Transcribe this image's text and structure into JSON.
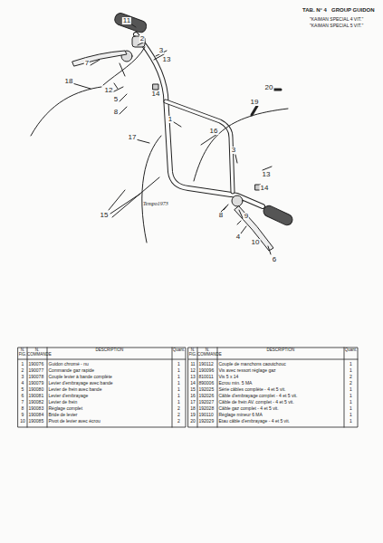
{
  "diagram": {
    "title": "GROUP GUIDON",
    "labels": [
      "TAB. N° 4",
      "\"KAIMAN SPECIAL 4 VIT.\"",
      "\"KAIMAN SPECIAL 5 VIT.\"",
      "11",
      "2",
      "3",
      "13",
      "7",
      "14",
      "18",
      "12",
      "5",
      "8",
      "1",
      "16",
      "17",
      "20",
      "19",
      "3",
      "13",
      "14",
      "8",
      "9",
      "4",
      "10",
      "6",
      "15",
      "Tempo1973",
      "N. FIG.",
      "N. COMMANDE",
      "DESCRIPTION",
      "Quant.",
      "N. FIG.",
      "N. COMMANDE",
      "DESCRIPTION",
      "Quant.",
      "1",
      "190076",
      "Guidon chromé - nu",
      "1",
      "2",
      "190077",
      "Commande gaz rapide",
      "1",
      "3",
      "190078",
      "Couple levier à bande complète",
      "1",
      "4",
      "190079",
      "Levier d'embrayage avec bande",
      "1",
      "5",
      "190080",
      "Levier de frein avec bande",
      "1",
      "6",
      "190081",
      "Levier d'embrayage",
      "1",
      "7",
      "190082",
      "Levier de frein",
      "1",
      "8",
      "190083",
      "Réglage complet",
      "2",
      "9",
      "190084",
      "Bride de levier",
      "2",
      "10",
      "190085",
      "Pivot de levier avec écrou",
      "2",
      "11",
      "190112",
      "Couple de manchons caoutchouc",
      "1",
      "12",
      "190096",
      "Vis avec ressort réglage gaz",
      "1",
      "13",
      "810011",
      "Vis 5 x 14",
      "2",
      "14",
      "890006",
      "Ecrou min. 5 MA",
      "2",
      "15",
      "192025",
      "Série câbles complète - 4 et 5 vit.",
      "1",
      "16",
      "192026",
      "Câble d'embrayage complet - 4 et 5 vit.",
      "1",
      "17",
      "192027",
      "Câble de frein AV. complet - 4 et 5 vit.",
      "1",
      "18",
      "192028",
      "Câble gaz complet - 4 et 5 vit.",
      "1",
      "19",
      "190110",
      "Réglage mineur 6 MA",
      "1",
      "20",
      "192029",
      "Etau câble d'embrayage - 4 et 5 vit.",
      "1"
    ]
  }
}
